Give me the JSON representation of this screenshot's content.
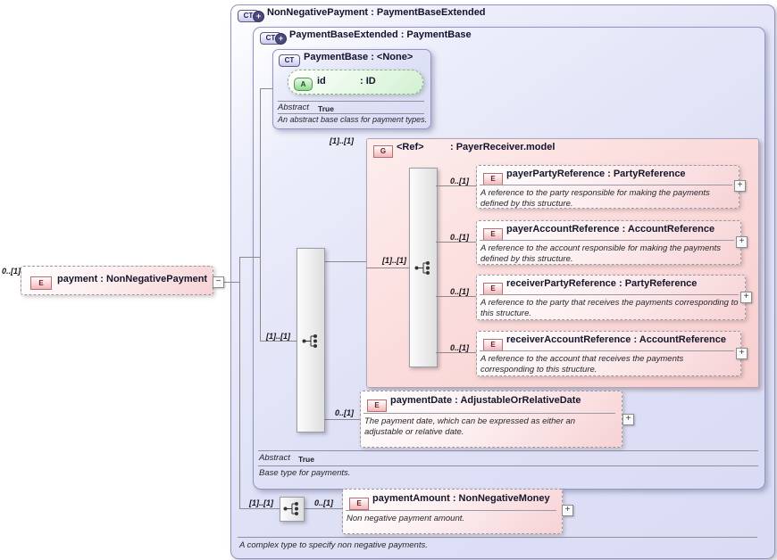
{
  "colors": {
    "lavender_fill": "#dfe1f6",
    "pink_fill": "#f8cfcf",
    "green_fill": "#d2f0d2",
    "line_gray": "#8a8a8a",
    "border_blue": "#9295bd"
  },
  "icons": {
    "expand": "+",
    "collapse": "−",
    "extension_plus": "+"
  },
  "payment_element": {
    "cardinality": "0..[1]",
    "badge": "E",
    "title": "payment : NonNegativePayment"
  },
  "non_negative_payment": {
    "badge": "CT",
    "title": "NonNegativePayment : PaymentBaseExtended",
    "annotation": "A complex type to specify non negative payments.",
    "sequence_cardinality": "[1]..[1]",
    "payment_amount": {
      "cardinality": "0..[1]",
      "badge": "E",
      "title": "paymentAmount : NonNegativeMoney",
      "description": "Non negative payment amount."
    },
    "payment_base_extended": {
      "badge": "CT",
      "title": "PaymentBaseExtended : PaymentBase",
      "abstract_label": "Abstract",
      "abstract_value": "True",
      "annotation": "Base type for payments.",
      "sequence_cardinality": "[1]..[1]",
      "payment_base": {
        "badge": "CT",
        "title": "PaymentBase : <None>",
        "attribute": {
          "badge": "A",
          "name": "id",
          "type": ": ID"
        },
        "abstract_label": "Abstract",
        "abstract_value": "True",
        "annotation": "An abstract base class for payment types."
      },
      "group": {
        "cardinality": "[1]..[1]",
        "badge": "G",
        "name": "<Ref>",
        "type": ": PayerReceiver.model",
        "sequence_cardinality": "[1]..[1]",
        "children": [
          {
            "cardinality": "0..[1]",
            "badge": "E",
            "title": "payerPartyReference : PartyReference",
            "description": "A reference to the party responsible for making the payments defined by this structure."
          },
          {
            "cardinality": "0..[1]",
            "badge": "E",
            "title": "payerAccountReference : AccountReference",
            "description": "A reference to the account responsible for making the payments defined by this structure."
          },
          {
            "cardinality": "0..[1]",
            "badge": "E",
            "title": "receiverPartyReference : PartyReference",
            "description": "A reference to the party that receives the payments corresponding to this structure."
          },
          {
            "cardinality": "0..[1]",
            "badge": "E",
            "title": "receiverAccountReference : AccountReference",
            "description": "A reference to the account that receives the payments corresponding to this structure."
          }
        ]
      },
      "payment_date": {
        "cardinality": "0..[1]",
        "badge": "E",
        "title": "paymentDate : AdjustableOrRelativeDate",
        "description": "The payment date, which can be expressed as either an adjustable or relative date."
      }
    }
  }
}
